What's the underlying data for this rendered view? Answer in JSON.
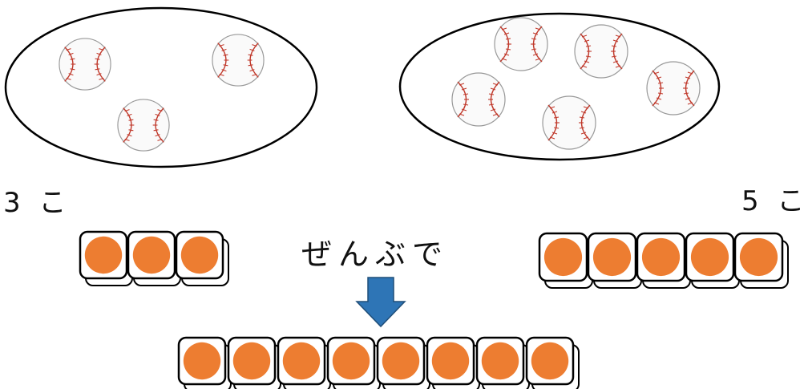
{
  "left_group": {
    "count_label": "3 こ",
    "balls": 3,
    "blocks": 3
  },
  "right_group": {
    "count_label": "5 こ",
    "balls": 5,
    "blocks": 5
  },
  "combine": {
    "label": "ぜんぶで",
    "blocks": 8,
    "arrow": "down-arrow-icon"
  },
  "colors": {
    "block_dot": "#ED7D31",
    "arrow": "#2E75B6",
    "seam": "#C0392B"
  }
}
